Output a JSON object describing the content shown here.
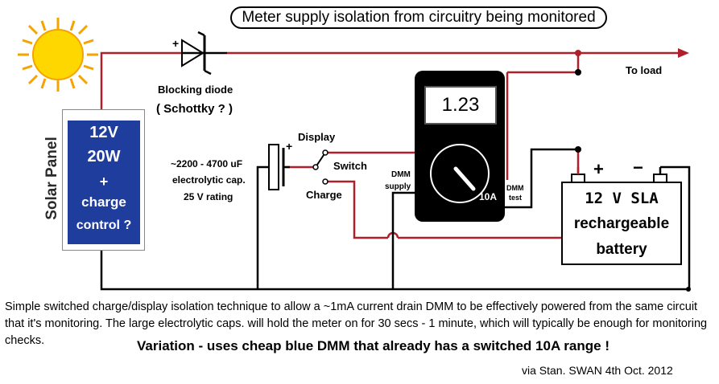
{
  "title": "Meter supply isolation from circuitry being monitored",
  "solar_panel": {
    "side_label": "Solar Panel",
    "line1": "12V",
    "line2": "20W",
    "line3": "+",
    "line4": "charge",
    "line5": "control ?"
  },
  "diode": {
    "plus": "+",
    "label1": "Blocking diode",
    "label2": "( Schottky ? )"
  },
  "load_label": "To load",
  "capacitor": {
    "label1": "~2200 - 4700 uF",
    "label2": "electrolytic cap.",
    "label3": "25 V rating",
    "plus": "+"
  },
  "switch": {
    "display_label": "Display",
    "switch_label": "Switch",
    "charge_label": "Charge"
  },
  "meter": {
    "reading": "1.23",
    "range": "10A",
    "supply_label1": "DMM",
    "supply_label2": "supply",
    "test_label1": "DMM",
    "test_label2": "test"
  },
  "battery": {
    "plus": "+",
    "minus": "−",
    "line1": "12 V  SLA",
    "line2": "rechargeable",
    "line3": "battery"
  },
  "notes": {
    "body": "Simple switched charge/display isolation technique to allow a  ~1mA  current drain DMM to be effectively powered from the same circuit that it's monitoring. The large electrolytic caps. will hold the meter on for 30 secs - 1 minute, which will typically be enough for monitoring checks.",
    "variation": "Variation - uses cheap blue DMM that already has a switched 10A range !",
    "credit": "via Stan. SWAN 4th Oct. 2012"
  },
  "colors": {
    "wire_positive": "#b0202a",
    "wire_negative": "#000000",
    "panel_blue": "#1f3d9c",
    "sun_yellow": "#ffd700",
    "sun_orange": "#f5a300"
  }
}
